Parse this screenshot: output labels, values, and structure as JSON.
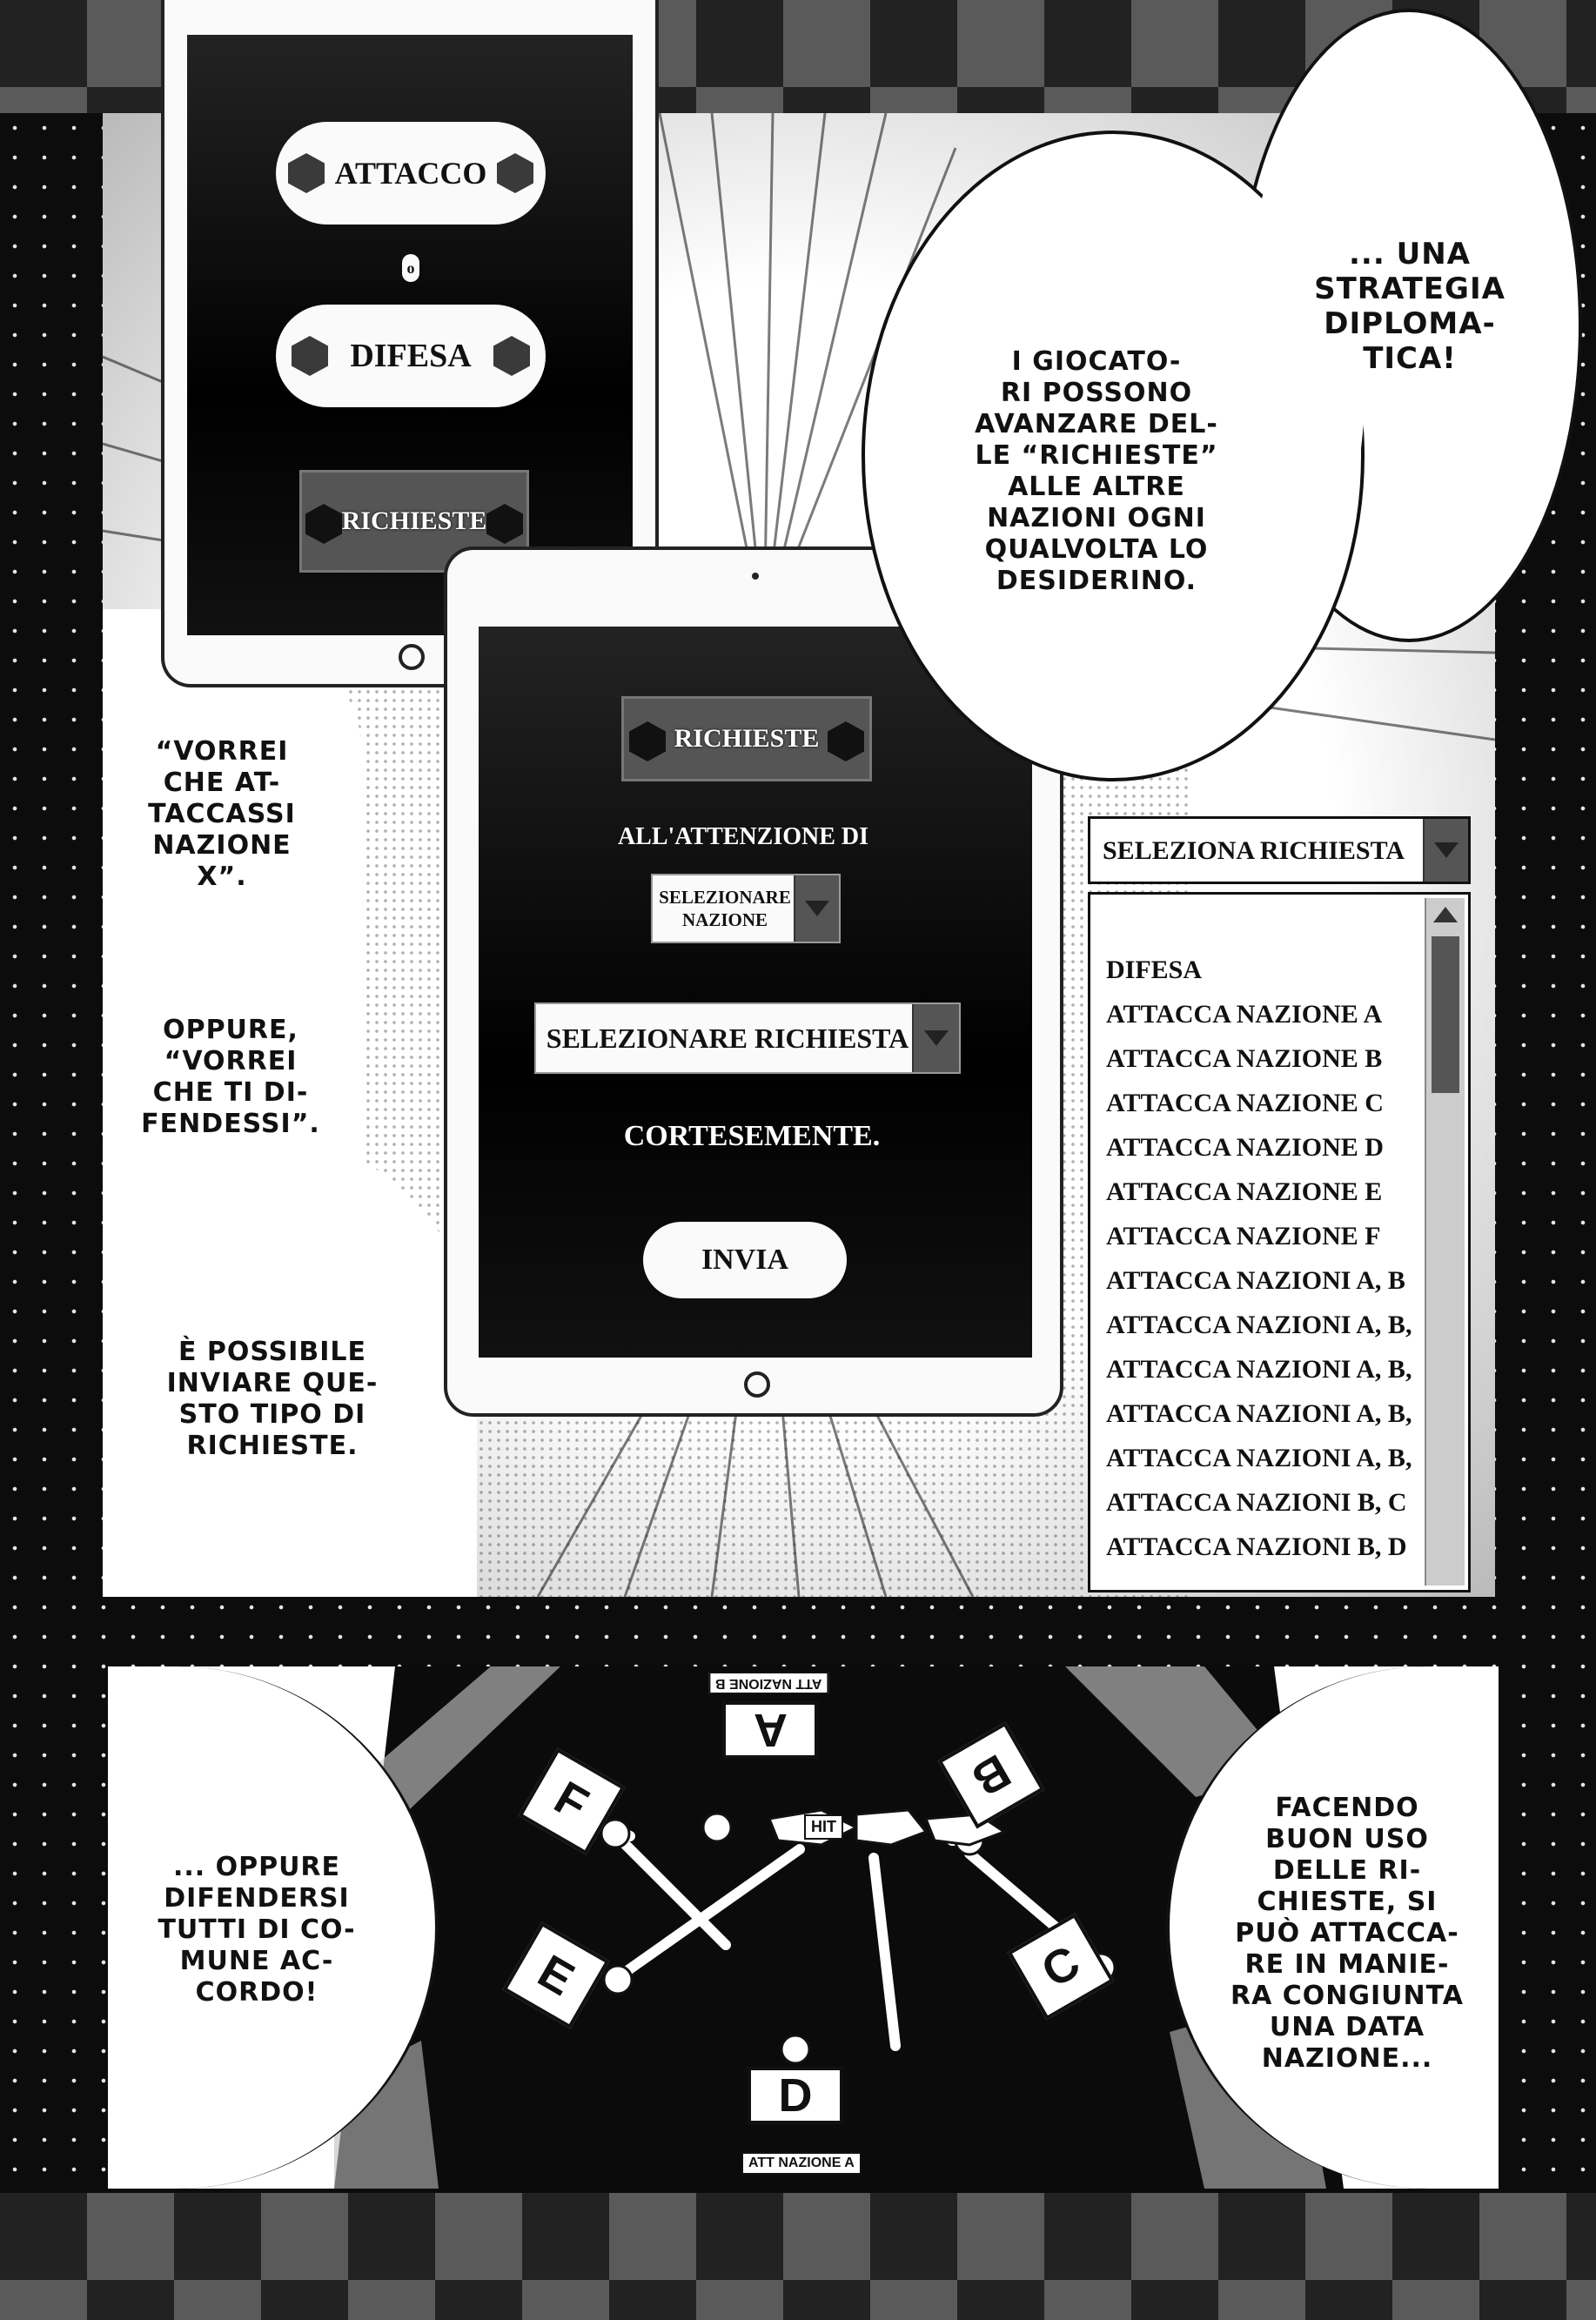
{
  "tablet_top": {
    "attack_label": "ATTACCO",
    "or_label": "o",
    "defense_label": "DIFESA",
    "requests_label": "RICHIESTE"
  },
  "tablet_form": {
    "title": "RICHIESTE",
    "attention_label": "ALL'ATTENZIONE DI",
    "nation_select": "SELEZIONARE\nNAZIONE",
    "request_select": "SELEZIONARE RICHIESTA",
    "courtesy_label": "CORTESEMENTE.",
    "send_label": "INVIA"
  },
  "request_list": {
    "header": "SELEZIONA RICHIESTA",
    "items": [
      "DIFESA",
      "ATTACCA NAZIONE A",
      "ATTACCA NAZIONE B",
      "ATTACCA NAZIONE C",
      "ATTACCA NAZIONE D",
      "ATTACCA NAZIONE E",
      "ATTACCA NAZIONE F",
      "ATTACCA NAZIONI A, B",
      "ATTACCA NAZIONI A, B,",
      "ATTACCA NAZIONI A, B,",
      "ATTACCA NAZIONI A, B,",
      "ATTACCA NAZIONI A, B,",
      "ATTACCA NAZIONI B, C",
      "ATTACCA NAZIONI B, D"
    ]
  },
  "captions": {
    "strategy": "... UNA\nSTRATEGIA\nDIPLOMA-\nTICA!",
    "players": "I GIOCATO-\nRI POSSONO\nAVANZARE DEL-\nLE “RICHIESTE”\nALLE ALTRE\nNAZIONI OGNI\nQUALVOLTA LO\nDESIDERINO.",
    "example1": "“VORREI\nCHE AT-\nTACCASSI\nNAZIONE\nX”.",
    "example2": "OPPURE,\n“VORREI\nCHE TI DI-\nFENDESSI”.",
    "possible": "È POSSIBILE\nINVIARE QUE-\nSTO TIPO DI\nRICHIESTE.",
    "defend": "... OPPURE\nDIFENDERSI\nTUTTI DI CO-\nMUNE AC-\nCORDO!",
    "joint": "FACENDO\nBUON USO\nDELLE RI-\nCHIESTE, SI\nPUÒ ATTACCA-\nRE IN MANIE-\nRA CONGIUNTA\nUNA DATA\nNAZIONE..."
  },
  "board": {
    "nations": [
      "A",
      "B",
      "C",
      "D",
      "E",
      "F"
    ],
    "att_label": "ATT",
    "target_tag": "NAZIONE A",
    "top_tag": "NAZIONE B",
    "hit_label": "HIT"
  }
}
